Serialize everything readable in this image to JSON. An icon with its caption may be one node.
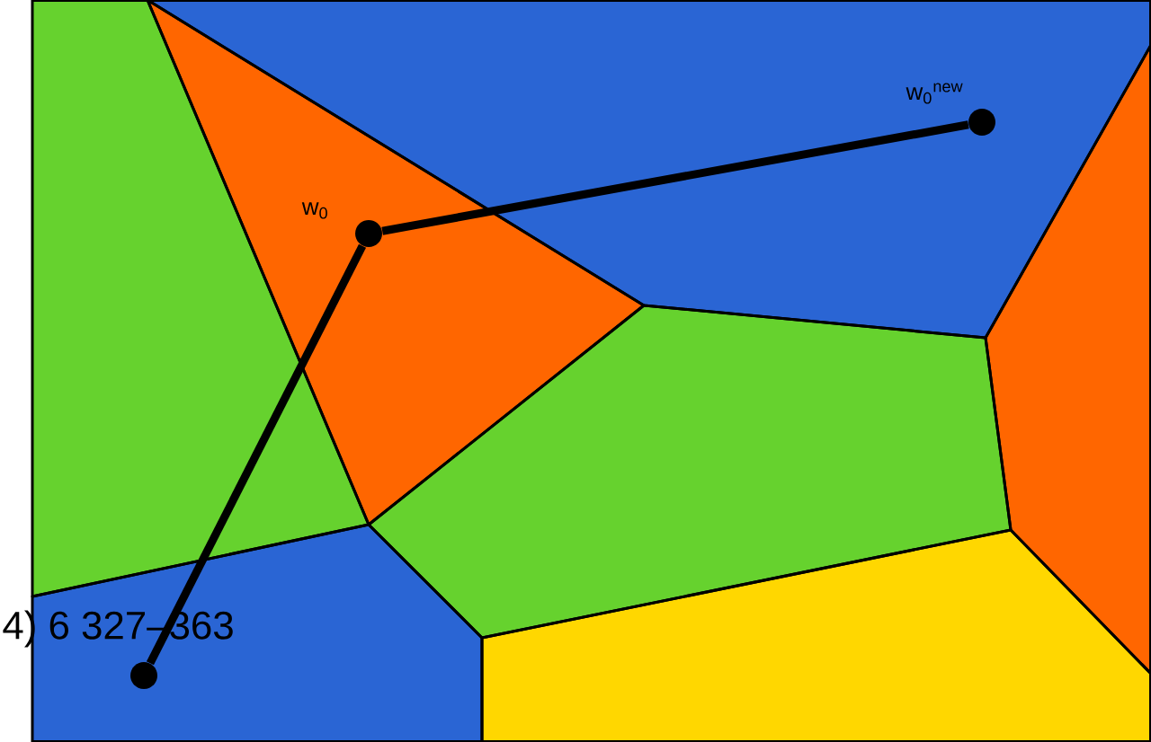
{
  "diagram": {
    "nodes": [
      {
        "text": [],
        "shape": "circle",
        "beside": [
          "w$_{0}$"
        ]
      },
      {
        "text": [],
        "shape": "circle",
        "beside": [
          "w$_{0}$$^{new}$"
        ]
      },
      {
        "text": [],
        "shape": "circle"
      }
    ],
    "edges": [
      {
        "from": 0,
        "to": 1,
        "arrow": "none"
      },
      {
        "from": 0,
        "to": 2,
        "arrow": "none"
      }
    ],
    "labels": [
      "4) 6 327–363"
    ]
  }
}
